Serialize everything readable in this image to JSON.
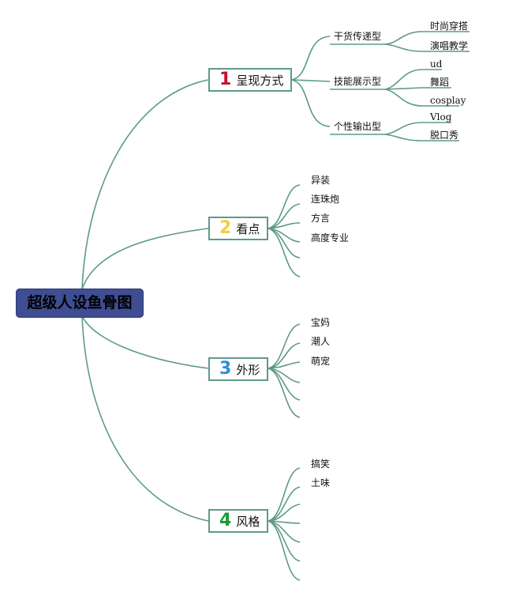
{
  "root": {
    "title": "超级人设鱼骨图"
  },
  "branches": [
    {
      "num": "1",
      "num_color": "#c8102e",
      "label": "呈现方式",
      "children": [
        "干货传递型",
        "技能展示型",
        "个性输出型"
      ],
      "grandchildren": [
        [
          "时尚穿搭",
          "演唱教学"
        ],
        [
          "ud",
          "舞蹈",
          "cosplay"
        ],
        [
          "Vlog",
          "脱口秀"
        ]
      ]
    },
    {
      "num": "2",
      "num_color": "#f2cf3a",
      "label": "看点",
      "children": [
        "异装",
        "连珠炮",
        "方言",
        "高度专业"
      ]
    },
    {
      "num": "3",
      "num_color": "#2f8fd8",
      "label": "外形",
      "children": [
        "宝妈",
        "潮人",
        "萌宠"
      ]
    },
    {
      "num": "4",
      "num_color": "#1e9a3c",
      "label": "风格",
      "children": [
        "搞笑",
        "土味"
      ]
    }
  ],
  "colors": {
    "line": "#5e9a88",
    "root_bg": "#3f4d92"
  }
}
